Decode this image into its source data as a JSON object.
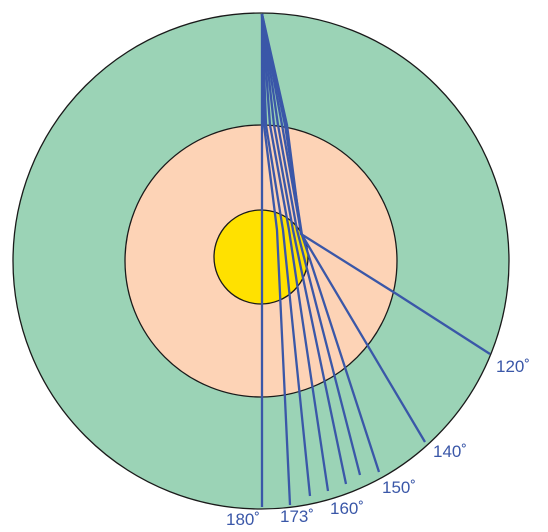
{
  "colors": {
    "outer_layer": "#9bd3b6",
    "middle_layer": "#fdd3b6",
    "inner_core": "#ffe100",
    "boundary_stroke": "#1a1a1a",
    "ray_stroke": "#3a57a8",
    "label_text": "#3a57a8"
  },
  "labels": {
    "angle_120": "120˚",
    "angle_140": "140˚",
    "angle_150": "150˚",
    "angle_160": "160˚",
    "angle_173": "173˚",
    "angle_180": "180˚"
  }
}
